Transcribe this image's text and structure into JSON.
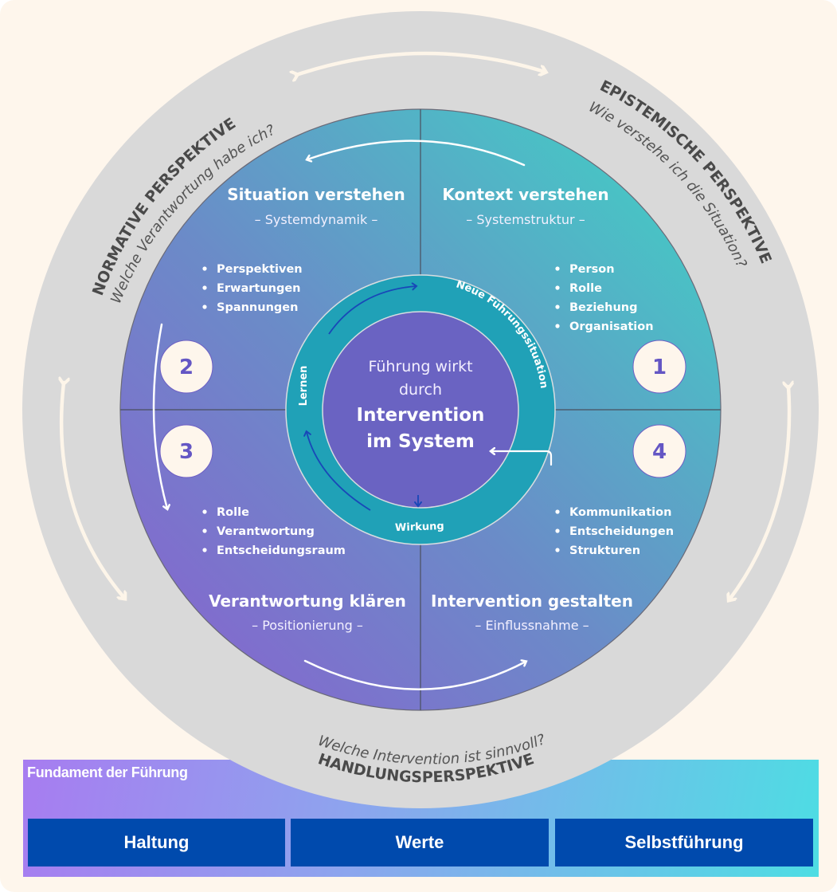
{
  "perspectives": {
    "normative": {
      "title": "NORMATIVE PERSPEKTIVE",
      "question": "Welche Verantwortung habe ich?"
    },
    "epistemic": {
      "title": "EPISTEMISCHE PERSPEKTIVE",
      "question": "Wie verstehe ich die Situation?"
    },
    "action": {
      "title": "HANDLUNGSPERSPEKTIVE",
      "question": "Welche Intervention ist sinnvoll?"
    }
  },
  "quadrants": [
    {
      "number": "1",
      "title": "Kontext verstehen",
      "subtitle": "– Systemstruktur –",
      "items": [
        "Person",
        "Rolle",
        "Beziehung",
        "Organisation"
      ]
    },
    {
      "number": "2",
      "title": "Situation verstehen",
      "subtitle": "– Systemdynamik –",
      "items": [
        "Perspektiven",
        "Erwartungen",
        "Spannungen"
      ]
    },
    {
      "number": "3",
      "title": "Verantwortung klären",
      "subtitle": "– Positionierung –",
      "items": [
        "Rolle",
        "Verantwortung",
        "Entscheidungsraum"
      ]
    },
    {
      "number": "4",
      "title": "Intervention gestalten",
      "subtitle": "– Einflussnahme –",
      "items": [
        "Kommunikation",
        "Entscheidungen",
        "Strukturen"
      ]
    }
  ],
  "center": {
    "line1": "Führung wirkt",
    "line2": "durch",
    "line3": "Intervention",
    "line4": "im System"
  },
  "cycle": {
    "top": "Neue Führungssituation",
    "left": "Lernen",
    "bottom": "Wirkung"
  },
  "foundation": {
    "title": "Fundament der Führung",
    "pillars": [
      "Haltung",
      "Werte",
      "Selbstführung"
    ]
  },
  "colors": {
    "background": "#fef6ec",
    "outer_ring": "#d9d9d9",
    "center": "#6a63c2",
    "cycle_ring": "#20a1b7",
    "pillar": "#004aad",
    "number_badge": "#fef6ec",
    "number_text": "#6456c4"
  }
}
